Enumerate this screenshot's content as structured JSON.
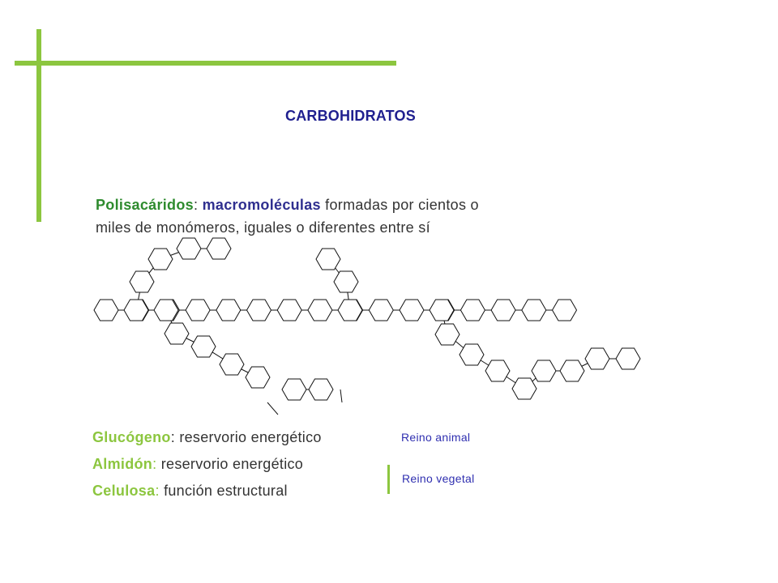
{
  "title": "CARBOHIDRATOS",
  "intro": {
    "term": "Polisacáridos",
    "sep": ":",
    "highlight": "macromoléculas",
    "rest1": "formadas por cientos o",
    "line2": "miles de monómeros, iguales o diferentes entre sí"
  },
  "polysaccharides": [
    {
      "name": "Glucógeno",
      "sep": ":",
      "desc": "reservorio energético"
    },
    {
      "name": "Almidón",
      "sep": ":",
      "desc": "reservorio energético"
    },
    {
      "name": "Celulosa",
      "sep": ":",
      "desc": "función estructural"
    }
  ],
  "notes": {
    "animal": "Reino animal",
    "vegetal": "Reino vegetal"
  },
  "colors": {
    "accent_green": "#8cc63f",
    "title_blue": "#1f1f8f",
    "note_blue": "#2f2fb0"
  }
}
